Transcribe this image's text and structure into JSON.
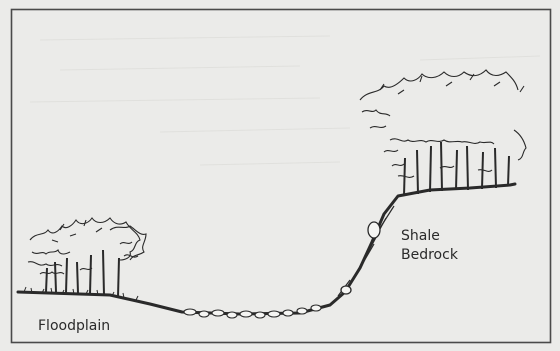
{
  "labels": {
    "floodplain": "Floodplain",
    "shale_line1": "Shale",
    "shale_line2": "Bedrock"
  },
  "colors": {
    "background": "#ebebe9",
    "border": "#4a4a4a",
    "ink": "#2a2a2a",
    "rock_fill": "#f5f5f3"
  }
}
